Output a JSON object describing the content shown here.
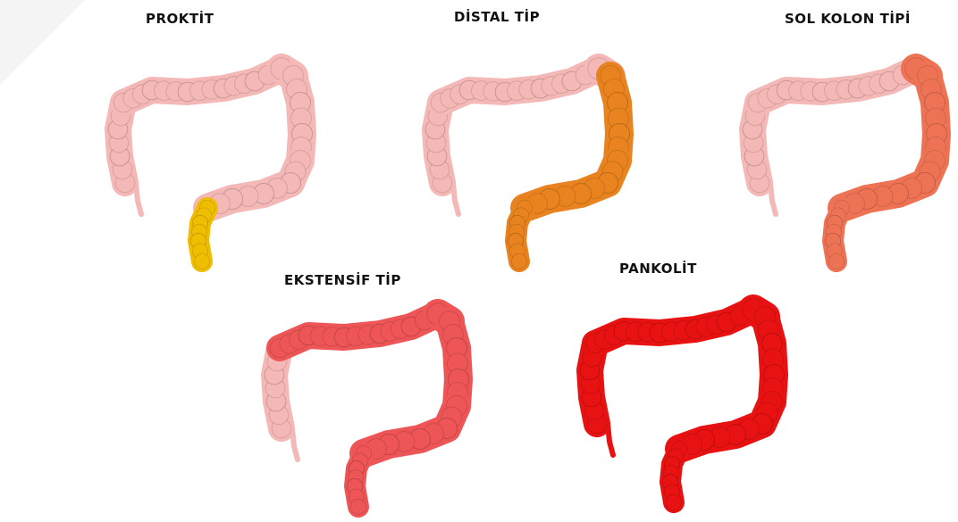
{
  "colors": {
    "healthy": "#f4b8b6",
    "healthy_edge": "#e29b99",
    "proktit": "#f0be00",
    "distal": "#e8831f",
    "sol_kolon": "#ee7355",
    "ekstensif": "#ee5556",
    "pankolit": "#e81212"
  },
  "panels": [
    {
      "title": "PROKTİT",
      "extent": "rectum"
    },
    {
      "title": "DİSTAL TİP",
      "extent": "distal"
    },
    {
      "title": "SOL KOLON TİPİ",
      "extent": "left-colon"
    },
    {
      "title": "EKSTENSİF TİP",
      "extent": "extensive"
    },
    {
      "title": "PANKOLİT",
      "extent": "pancolitis"
    }
  ]
}
